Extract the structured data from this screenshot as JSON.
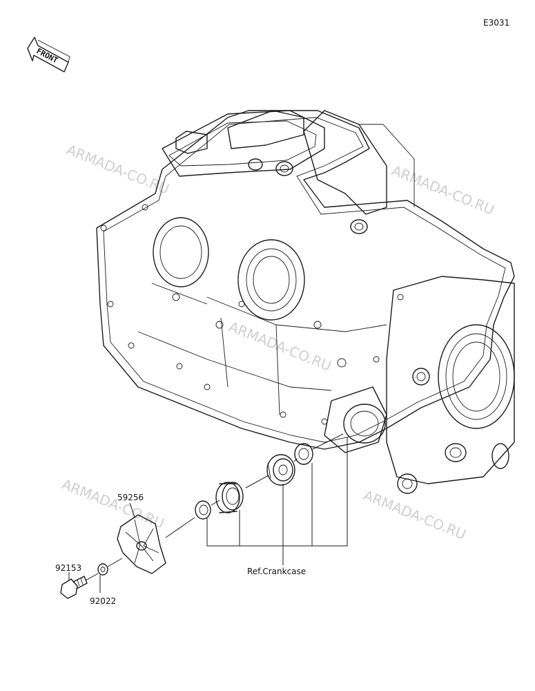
{
  "diagram_code": "E3031",
  "front_label": "FRONT",
  "watermark": "ARMADA-CO.RU",
  "parts": {
    "impeller": "59256",
    "bolt": "92153",
    "washer": "92022"
  },
  "reference": "Ref.Crankcase"
}
